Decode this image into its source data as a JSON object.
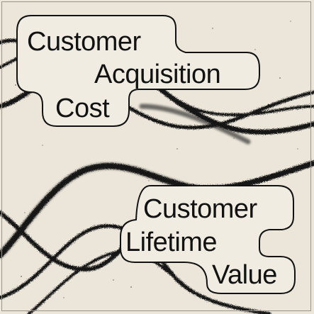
{
  "top_label": {
    "lines": [
      "Customer",
      "Acquisition",
      "Cost"
    ]
  },
  "bottom_label": {
    "lines": [
      "Customer",
      "Lifetime",
      "Value"
    ]
  },
  "colors": {
    "background": "#ece6da",
    "ink": "#121212",
    "pill_fill": "#f1ece2",
    "frame": "#9a958b"
  }
}
